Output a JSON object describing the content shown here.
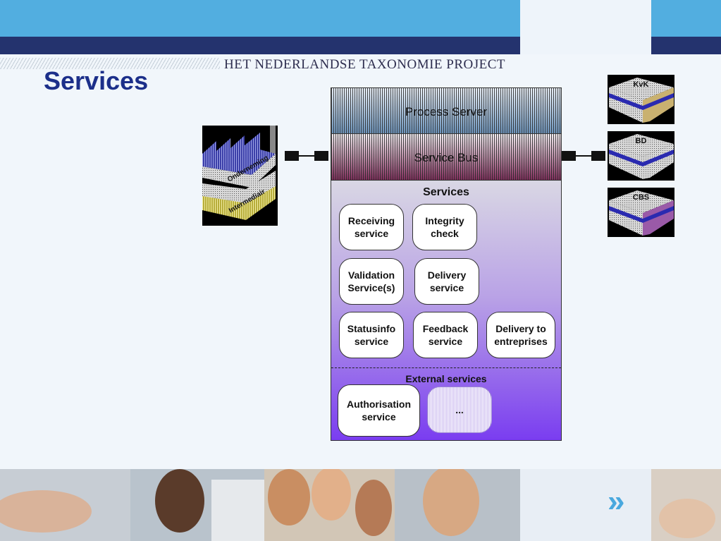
{
  "header": {
    "project_title": "HET NEDERLANDSE TAXONOMIE PROJECT",
    "page_title": "Services"
  },
  "diagram": {
    "process_server": "Process Server",
    "service_bus": "Service Bus",
    "services_heading": "Services",
    "services": [
      {
        "label": "Receiving\nservice"
      },
      {
        "label": "Integrity\ncheck"
      },
      {
        "label": "Validation\nService(s)"
      },
      {
        "label": "Delivery\nservice"
      },
      {
        "label": "Statusinfo\nservice"
      },
      {
        "label": "Feedback\nservice"
      },
      {
        "label": "Delivery to\nentreprises"
      }
    ],
    "external_heading": "External services",
    "external_services": [
      {
        "label": "Authorisation\nservice"
      },
      {
        "label": "..."
      }
    ],
    "left_entity": {
      "top_label": "Onderneming",
      "bottom_label": "Intermediair"
    },
    "organisations": [
      {
        "label": "KvK"
      },
      {
        "label": "BD"
      },
      {
        "label": "CBS"
      }
    ]
  },
  "colors": {
    "title_blue": "#1c2f8a",
    "band_light_blue": "#52aee0",
    "band_navy": "#24336e",
    "services_purple": "#7a3df0",
    "bus_maroon": "#7d2a58",
    "chevron_blue": "#49a8de"
  }
}
